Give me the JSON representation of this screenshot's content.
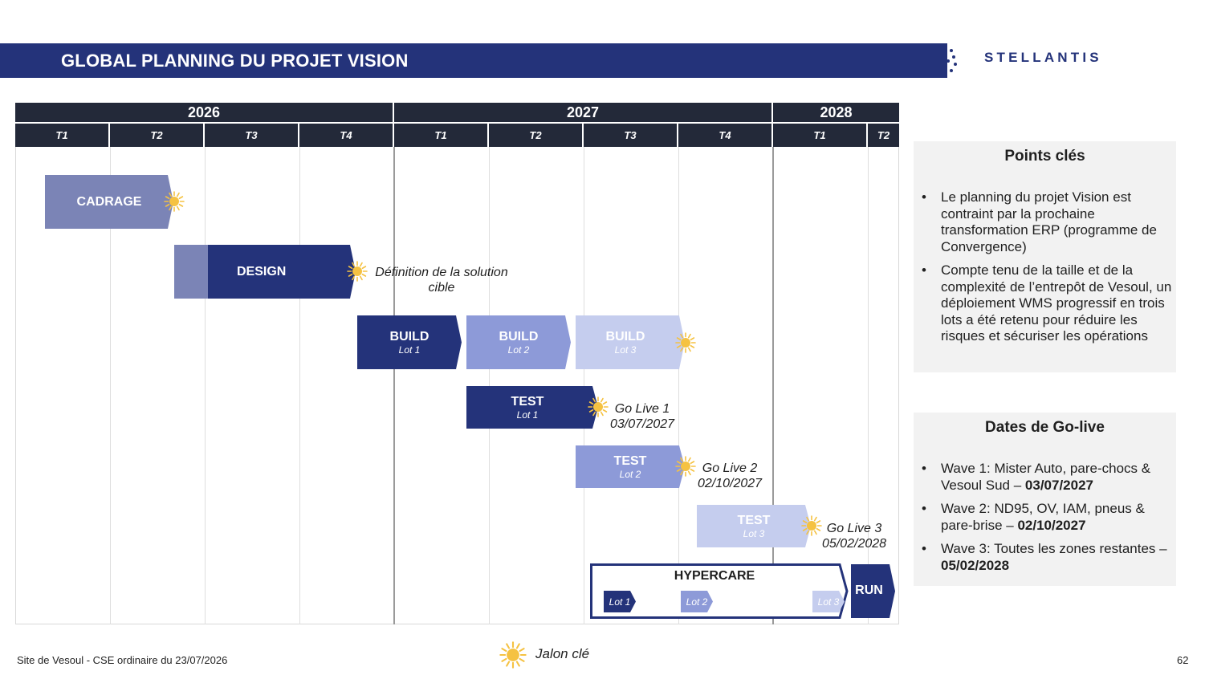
{
  "header": {
    "title": "GLOBAL PLANNING DU PROJET VISION",
    "logo_text": "STELLANTIS"
  },
  "timeline": {
    "years": [
      "2026",
      "2027",
      "2028"
    ],
    "quarters": [
      "T1",
      "T2",
      "T3",
      "T4",
      "T1",
      "T2",
      "T3",
      "T4",
      "T1",
      "T2"
    ]
  },
  "bars": {
    "cadrage": "CADRAGE",
    "design": "DESIGN",
    "build1": {
      "title": "BUILD",
      "lot": "Lot 1"
    },
    "build2": {
      "title": "BUILD",
      "lot": "Lot 2"
    },
    "build3": {
      "title": "BUILD",
      "lot": "Lot 3"
    },
    "test1": {
      "title": "TEST",
      "lot": "Lot 1"
    },
    "test2": {
      "title": "TEST",
      "lot": "Lot 2"
    },
    "test3": {
      "title": "TEST",
      "lot": "Lot 3"
    },
    "hypercare": {
      "title": "HYPERCARE",
      "lot1": "Lot 1",
      "lot2": "Lot 2",
      "lot3": "Lot 3"
    },
    "run": "RUN"
  },
  "milestones": {
    "design_note_1": "Définition  de la solution",
    "design_note_2": "cible",
    "golive1_label": "Go Live 1",
    "golive1_date": "03/07/2027",
    "golive2_label": "Go Live 2",
    "golive2_date": "02/10/2027",
    "golive3_label": "Go Live 3",
    "golive3_date": "05/02/2028"
  },
  "points_cles": {
    "title": "Points clés",
    "items": [
      "Le planning du projet Vision est contraint par la prochaine transformation ERP (programme de Convergence)",
      "Compte tenu de la taille et de la complexité de l’entrepôt de Vesoul, un déploiement WMS progressif en trois lots a été retenu pour réduire les risques et sécuriser les opérations"
    ]
  },
  "golive_dates": {
    "title": "Dates de Go-live",
    "items": [
      {
        "text": "Wave 1: Mister Auto, pare-chocs & Vesoul Sud – ",
        "date": "03/07/2027"
      },
      {
        "text": "Wave 2: ND95, OV, IAM, pneus & pare-brise – ",
        "date": "02/10/2027"
      },
      {
        "text": "Wave 3: Toutes les zones restantes – ",
        "date": "05/02/2028"
      }
    ]
  },
  "legend": {
    "label": "Jalon clé"
  },
  "footer": {
    "left": "Site de Vesoul - CSE ordinaire du 23/07/2026",
    "page": "62"
  },
  "colors": {
    "navy": "#24337a",
    "dark_header": "#232939",
    "lavender": "#7b84b6",
    "medium_blue": "#8d9ad8",
    "light_blue": "#c5cdee",
    "sun": "#f5c242"
  }
}
